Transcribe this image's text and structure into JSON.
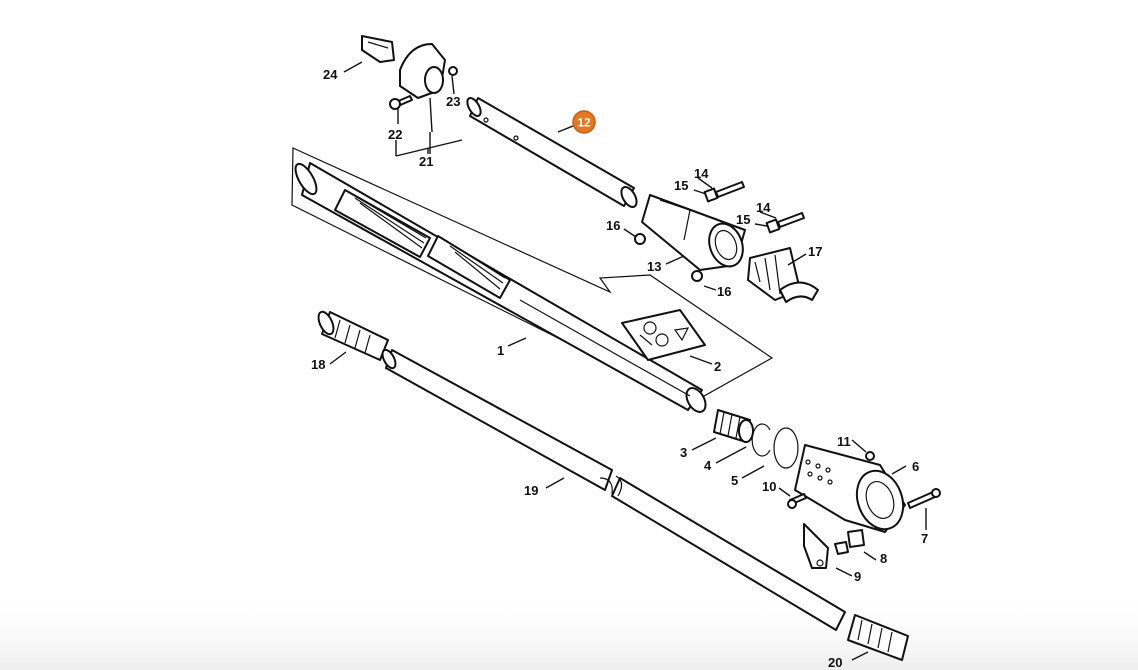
{
  "labels": {
    "p1": "1",
    "p2": "2",
    "p3": "3",
    "p4": "4",
    "p5": "5",
    "p6": "6",
    "p7": "7",
    "p8": "8",
    "p9": "9",
    "p10": "10",
    "p11": "11",
    "p12": "12",
    "p13": "13",
    "p14a": "14",
    "p14b": "14",
    "p15a": "15",
    "p15b": "15",
    "p16a": "16",
    "p16b": "16",
    "p17": "17",
    "p18": "18",
    "p19": "19",
    "p20": "20",
    "p21": "21",
    "p22": "22",
    "p23": "23",
    "p24": "24"
  },
  "highlight": {
    "part": "12",
    "color": "#e87722"
  },
  "colors": {
    "line": "#111111",
    "background": "#ffffff"
  }
}
